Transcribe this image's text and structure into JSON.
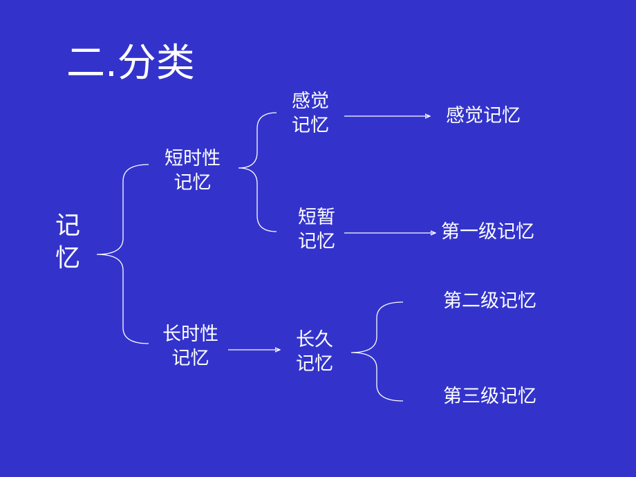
{
  "slide": {
    "title": "二.分类",
    "root": {
      "line1": "记",
      "line2": "忆"
    },
    "short_term": {
      "line1": "短时性",
      "line2": "记忆"
    },
    "long_term": {
      "line1": "长时性",
      "line2": "记忆"
    },
    "sensory": {
      "line1": "感觉",
      "line2": "记忆"
    },
    "brief": {
      "line1": "短暂",
      "line2": "记忆"
    },
    "permanent": {
      "line1": "长久",
      "line2": "记忆"
    },
    "outcomes": {
      "sensory_memory": "感觉记忆",
      "first_level": "第一级记忆",
      "second_level": "第二级记忆",
      "third_level": "第三级记忆"
    }
  },
  "colors": {
    "background": "#3333cc",
    "foreground": "#ffffff"
  }
}
